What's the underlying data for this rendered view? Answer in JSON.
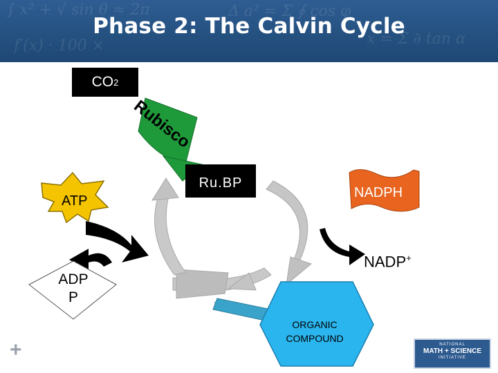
{
  "header": {
    "title": "Phase 2: The Calvin Cycle"
  },
  "diagram": {
    "co2": {
      "text": "CO",
      "subscript": "2"
    },
    "rubisco": [
      "R",
      "u",
      "b",
      "i",
      "s",
      "c",
      "o"
    ],
    "rubp": "Ru.BP",
    "atp": "ATP",
    "adp": {
      "line1": "ADP",
      "line2": "P"
    },
    "nadph": "NADPH",
    "nadp_plus": {
      "text": "NADP",
      "superscript": "+"
    },
    "organic": {
      "line1": "ORGANIC",
      "line2": "COMPOUND"
    }
  },
  "logo": {
    "lines": [
      "NATIONAL",
      "MATH + SCIENCE",
      "INITIATIVE"
    ]
  },
  "colors": {
    "banner": "#24507f",
    "cycle_arrow": "#bdbdbd",
    "rubisco_arrow": "#1f9a3a",
    "atp_star": "#f5c400",
    "nadph_flag": "#e8641f",
    "organic_hex": "#2bb5ee",
    "organic_arrow": "#3aa3c9"
  }
}
